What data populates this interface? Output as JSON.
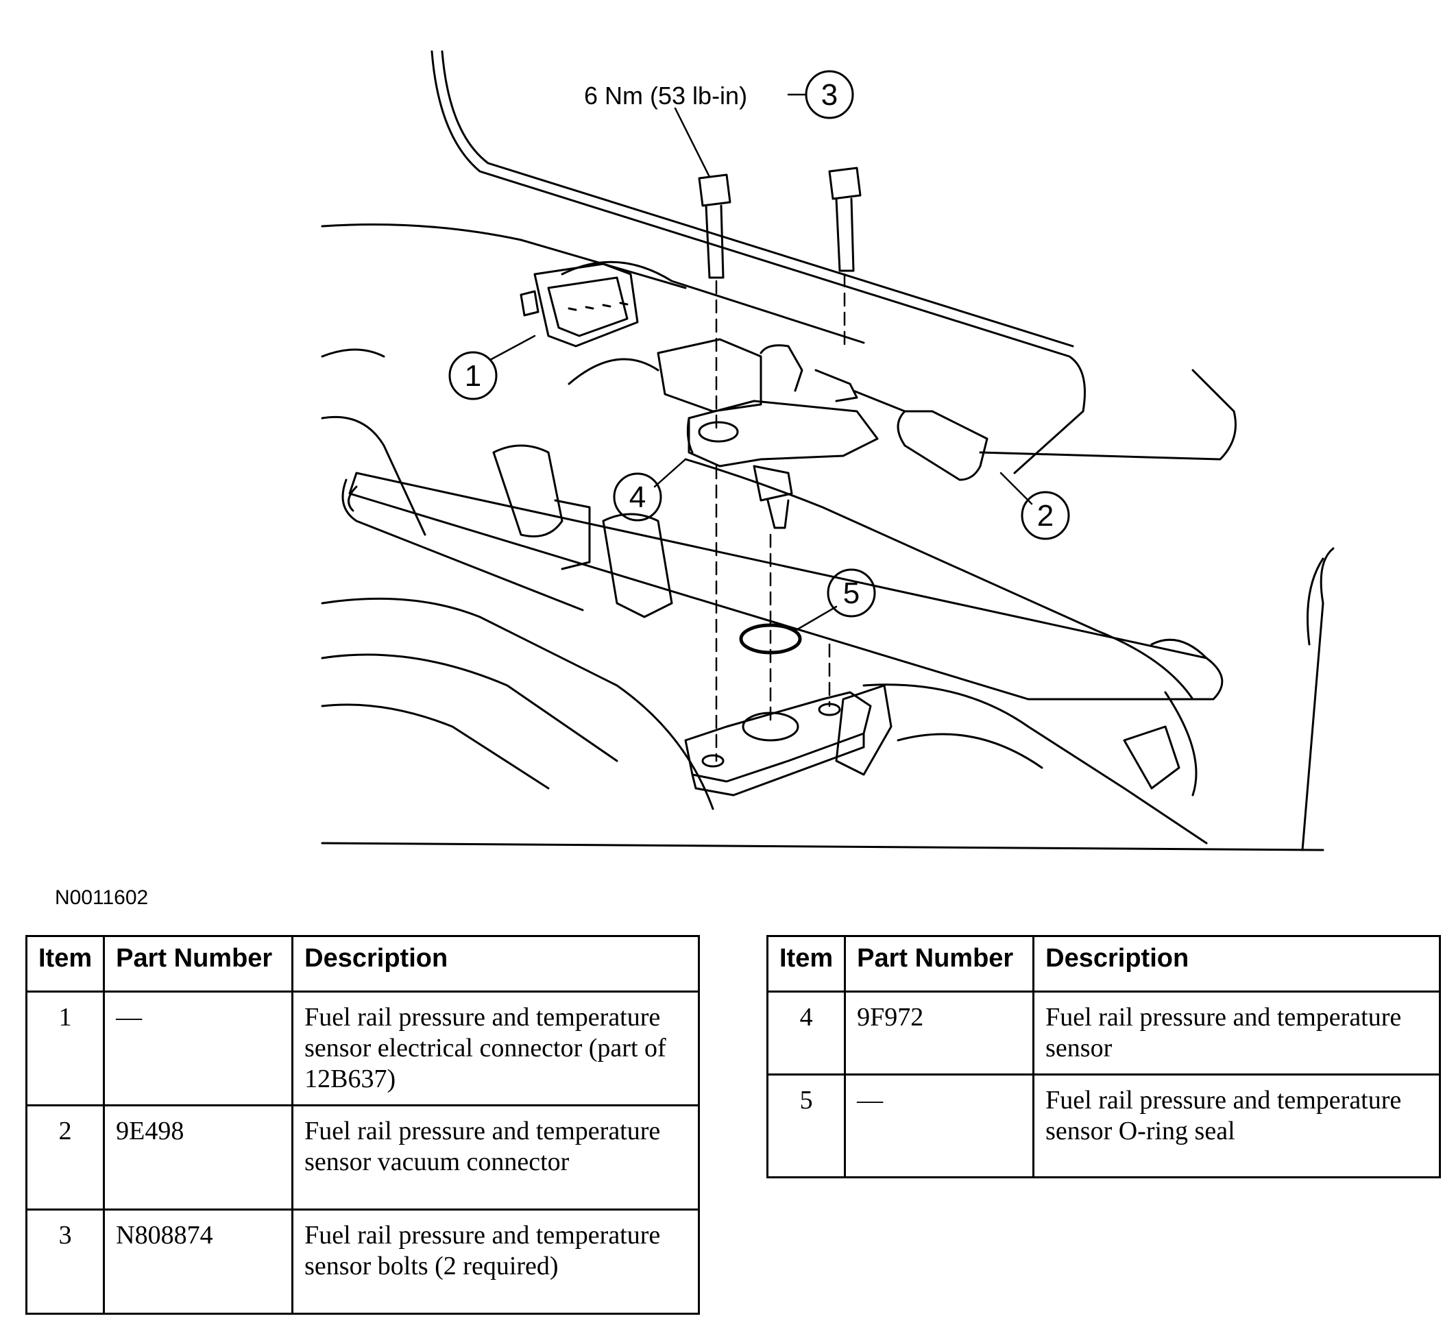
{
  "diagram": {
    "torque_spec": "6 Nm (53 lb-in)",
    "callouts": [
      "1",
      "2",
      "3",
      "4",
      "5"
    ],
    "figure_id": "N0011602"
  },
  "table": {
    "headers": {
      "item": "Item",
      "part_number": "Part Number",
      "description": "Description"
    },
    "left_rows": [
      {
        "item": "1",
        "part_number": "—",
        "description": "Fuel rail pressure and temperature sensor electrical connector (part of 12B637)"
      },
      {
        "item": "2",
        "part_number": "9E498",
        "description": "Fuel rail pressure and temperature sensor vacuum connector"
      },
      {
        "item": "3",
        "part_number": "N808874",
        "description": "Fuel rail pressure and temperature sensor bolts (2 required)"
      }
    ],
    "right_rows": [
      {
        "item": "4",
        "part_number": "9F972",
        "description": "Fuel rail pressure and temperature sensor"
      },
      {
        "item": "5",
        "part_number": "—",
        "description": "Fuel rail pressure and temperature sensor O-ring seal"
      }
    ]
  }
}
